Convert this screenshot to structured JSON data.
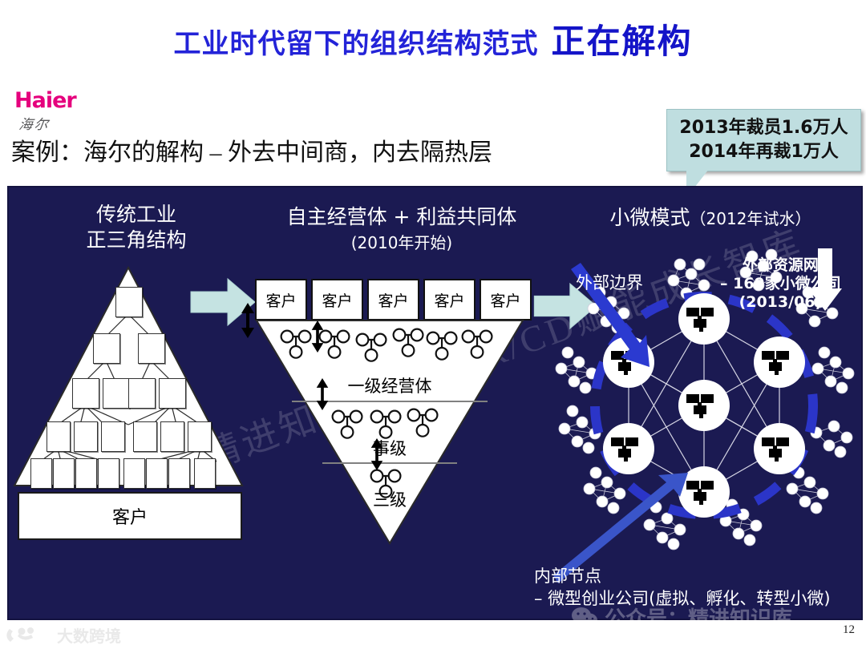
{
  "slide": {
    "title_main": "工业时代留下的组织结构范式",
    "title_emphasis": "正在解构",
    "title_color": "#2323d8",
    "subtitle": "案例：海尔的解构 – 外去中间商，内去隔热层",
    "page_number": "12",
    "panel_bg": "#1b1a52"
  },
  "logo": {
    "brand": "Haier",
    "brand_cn": "海尔",
    "brand_color": "#e5007d"
  },
  "callout": {
    "line1": "2013年裁员1.6万人",
    "line2": "2014年再裁1万人",
    "bg": "#bfdee0"
  },
  "columns": [
    {
      "id": "traditional",
      "head_line1": "传统工业",
      "head_line2": "正三角结构",
      "base_label": "客户",
      "pyramid_levels": [
        1,
        2,
        4,
        6,
        8
      ]
    },
    {
      "id": "autonomous",
      "head_line1": "自主经营体 + 利益共同体",
      "head_line2": "(2010年开始)",
      "customer_cells": [
        "客户",
        "客户",
        "客户",
        "客户",
        "客户"
      ],
      "tiers": [
        {
          "label": "一级经营体",
          "clusters": 6
        },
        {
          "label": "事级",
          "clusters": 3
        },
        {
          "label": "三级",
          "clusters": 1
        }
      ]
    },
    {
      "id": "micro",
      "head_line1": "小微模式",
      "head_line2": "（2012年试水）",
      "notes": [
        {
          "id": "outer-boundary",
          "text": "外部边界"
        },
        {
          "id": "external-resource-net",
          "line1": "外部资源网",
          "line2": "– 169家小微公司",
          "line3": "(2013/06)"
        },
        {
          "id": "internal-nodes",
          "line1": "内部节点",
          "line2": "– 微型创业公司(虚拟、孵化、转型小微)"
        }
      ],
      "hub_count": 7,
      "outer_cluster_count": 12,
      "boundary_color": "#2b35c8"
    }
  ],
  "watermarks": {
    "center": "公众号：精进知识库",
    "diagonal": "精进知识库 — HR/CD赋能成长智库",
    "bottom_left": "大数跨境"
  }
}
